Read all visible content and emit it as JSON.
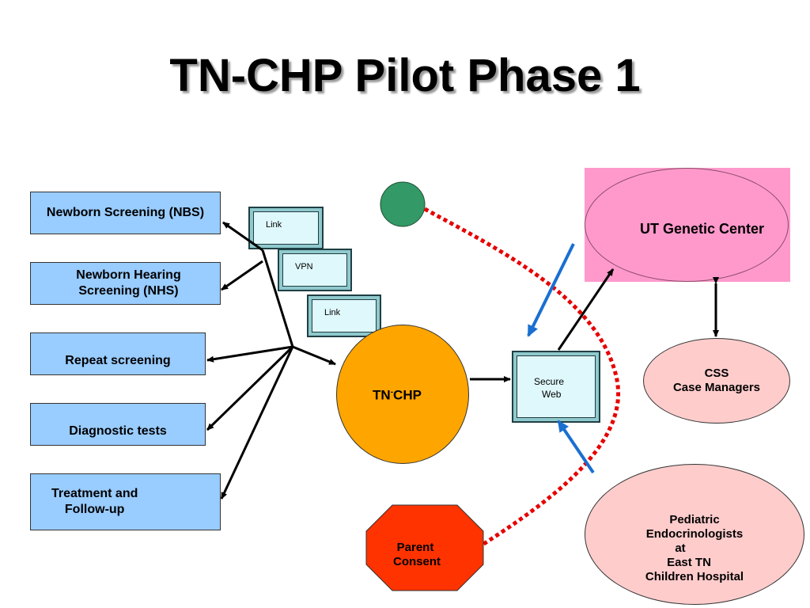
{
  "title": "TN-CHP Pilot Phase 1",
  "left_boxes": {
    "nbs": "Newborn Screening (NBS)",
    "nhs_line1": "Newborn Hearing",
    "nhs_line2": "Screening (NHS)",
    "repeat": "Repeat screening",
    "diagnostic": "Diagnostic tests",
    "treatment_line1": "Treatment and",
    "treatment_line2": "Follow-up"
  },
  "connectors": {
    "link_top": "Link",
    "vpn": "VPN",
    "link_bottom": "Link"
  },
  "hub": {
    "label_main": "TN",
    "label_sup": "-",
    "label_tail": "CHP"
  },
  "secure_web": {
    "line1": "Secure",
    "line2": "Web"
  },
  "ut_genetic_center": "UT Genetic Center",
  "css": {
    "line1": "CSS",
    "line2": "Case Managers"
  },
  "pediatric": {
    "line1": "Pediatric",
    "line2": "Endocrinologists",
    "line3": "at",
    "line4": "East TN",
    "line5": "Children Hospital"
  },
  "parent_consent": {
    "line1": "Parent",
    "line2": "Consent"
  },
  "colors": {
    "box_blue": "#99ccff",
    "hub_orange": "#ffa500",
    "ut_pink": "#ff99cc",
    "soft_pink": "#ffcccc",
    "consent_red": "#ff3300",
    "green_dot": "#339966",
    "dotted_red": "#e60000",
    "accent_blue": "#1a6fd1"
  }
}
